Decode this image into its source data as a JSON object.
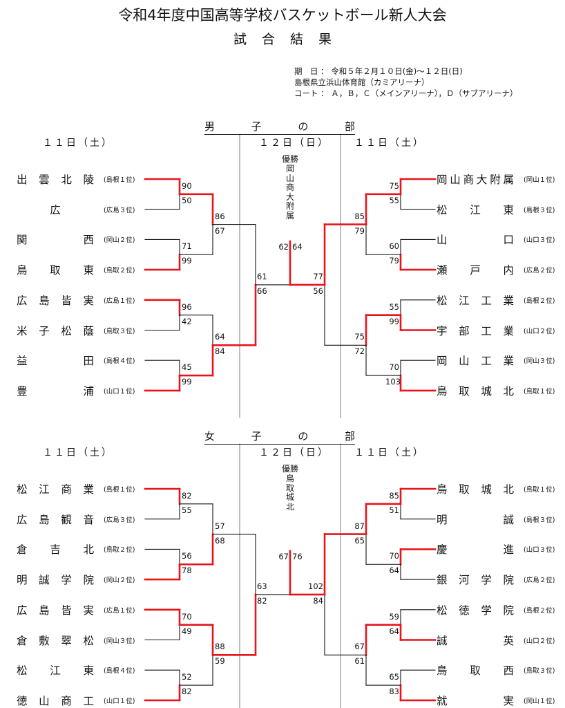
{
  "title": "令和4年度中国高等学校バスケットボール新人大会",
  "subtitle": "試合結果",
  "info": [
    "期　日 ： 令和５年２月１０日(金)～１２日(日)",
    "島根県立浜山体育館（カミアリーナ）",
    "コート ： Ａ，Ｂ，Ｃ（メインアリーナ），Ｄ（サブアリーナ）"
  ],
  "men": {
    "section": [
      "男",
      "子",
      "の",
      "部"
    ],
    "days": [
      "１１日（土）",
      "１２日（日）",
      "１１日（土）"
    ],
    "champion_label": "優勝",
    "champion": "岡山商大附属",
    "left_teams": [
      {
        "name": "出雲北陵",
        "pref": "(島根１位)"
      },
      {
        "name": "広",
        "pref": "(広島３位)"
      },
      {
        "name": "関西",
        "pref": "(岡山２位)"
      },
      {
        "name": "鳥取東",
        "pref": "(鳥取２位)"
      },
      {
        "name": "広島皆実",
        "pref": "(広島１位)"
      },
      {
        "name": "米子松蔭",
        "pref": "(鳥取３位)"
      },
      {
        "name": "益田",
        "pref": "(島根４位)"
      },
      {
        "name": "豊浦",
        "pref": "(山口１位)"
      }
    ],
    "right_teams": [
      {
        "name": "岡山商大附属",
        "pref": "(岡山１位)"
      },
      {
        "name": "松江東",
        "pref": "(島根３位)"
      },
      {
        "name": "山口",
        "pref": "(山口３位)"
      },
      {
        "name": "瀬戸内",
        "pref": "(広島２位)"
      },
      {
        "name": "松江工業",
        "pref": "(島根２位)"
      },
      {
        "name": "宇部工業",
        "pref": "(山口２位)"
      },
      {
        "name": "岡山工業",
        "pref": "(岡山３位)"
      },
      {
        "name": "鳥取城北",
        "pref": "(鳥取１位)"
      }
    ],
    "scores": {
      "l1": [
        "90",
        "50",
        "71",
        "99",
        "96",
        "42",
        "45",
        "99"
      ],
      "l2": [
        "86",
        "67",
        "64",
        "84"
      ],
      "l3": [
        "61",
        "66"
      ],
      "r1": [
        "75",
        "55",
        "60",
        "79",
        "55",
        "99",
        "70",
        "103"
      ],
      "r2": [
        "85",
        "79",
        "75",
        "72"
      ],
      "r3": [
        "77",
        "56"
      ],
      "final": [
        "62",
        "64"
      ]
    }
  },
  "women": {
    "section": [
      "女",
      "子",
      "の",
      "部"
    ],
    "days": [
      "１１日（土）",
      "１２日（日）",
      "１１日（土）"
    ],
    "champion_label": "優勝",
    "champion": "鳥取城北",
    "left_teams": [
      {
        "name": "松江商業",
        "pref": "(島根１位)"
      },
      {
        "name": "広島観音",
        "pref": "(広島３位)"
      },
      {
        "name": "倉吉北",
        "pref": "(鳥取２位)"
      },
      {
        "name": "明誠学院",
        "pref": "(岡山２位)"
      },
      {
        "name": "広島皆実",
        "pref": "(広島１位)"
      },
      {
        "name": "倉敷翠松",
        "pref": "(岡山３位)"
      },
      {
        "name": "松江東",
        "pref": "(島根４位)"
      },
      {
        "name": "徳山商工",
        "pref": "(山口１位)"
      }
    ],
    "right_teams": [
      {
        "name": "鳥取城北",
        "pref": "(鳥取１位)"
      },
      {
        "name": "明誠",
        "pref": "(島根３位)"
      },
      {
        "name": "慶進",
        "pref": "(山口３位)"
      },
      {
        "name": "銀河学院",
        "pref": "(広島２位)"
      },
      {
        "name": "松徳学院",
        "pref": "(島根２位)"
      },
      {
        "name": "誠英",
        "pref": "(山口２位)"
      },
      {
        "name": "鳥取西",
        "pref": "(鳥取３位)"
      },
      {
        "name": "就実",
        "pref": "(岡山１位)"
      }
    ],
    "scores": {
      "l1": [
        "82",
        "55",
        "56",
        "78",
        "70",
        "49",
        "52",
        "82"
      ],
      "l2": [
        "57",
        "68",
        "88",
        "59"
      ],
      "l3": [
        "63",
        "82"
      ],
      "r1": [
        "85",
        "51",
        "70",
        "64",
        "59",
        "64",
        "65",
        "83"
      ],
      "r2": [
        "87",
        "65",
        "67",
        "61"
      ],
      "r3": [
        "102",
        "84"
      ],
      "final": [
        "67",
        "76"
      ]
    }
  },
  "colors": {
    "winner": "#e8141c",
    "loser": "#111111",
    "divider": "#888888"
  }
}
